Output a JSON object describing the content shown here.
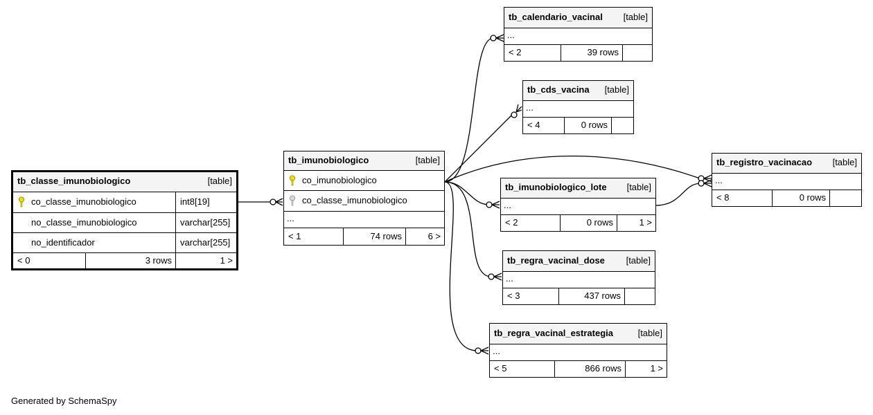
{
  "tables": {
    "classe": {
      "name": "tb_classe_imunobiologico",
      "type": "[table]",
      "columns": [
        {
          "name": "co_classe_imunobiologico",
          "datatype": "int8[19]",
          "key": "primary"
        },
        {
          "name": "no_classe_imunobiologico",
          "datatype": "varchar[255]",
          "key": ""
        },
        {
          "name": "no_identificador",
          "datatype": "varchar[255]",
          "key": ""
        }
      ],
      "parents": "< 0",
      "rows": "3 rows",
      "children": "1 >"
    },
    "imuno": {
      "name": "tb_imunobiologico",
      "type": "[table]",
      "columns": [
        {
          "name": "co_imunobiologico",
          "key": "primary"
        },
        {
          "name": "co_classe_imunobiologico",
          "key": "foreign"
        }
      ],
      "ellipsis": "...",
      "parents": "< 1",
      "rows": "74 rows",
      "children": "6 >"
    },
    "calendario": {
      "name": "tb_calendario_vacinal",
      "type": "[table]",
      "ellipsis": "...",
      "parents": "< 2",
      "rows": "39 rows",
      "children": ""
    },
    "cds": {
      "name": "tb_cds_vacina",
      "type": "[table]",
      "ellipsis": "...",
      "parents": "< 4",
      "rows": "0 rows",
      "children": ""
    },
    "registro": {
      "name": "tb_registro_vacinacao",
      "type": "[table]",
      "ellipsis": "...",
      "parents": "< 8",
      "rows": "0 rows",
      "children": ""
    },
    "lote": {
      "name": "tb_imunobiologico_lote",
      "type": "[table]",
      "ellipsis": "...",
      "parents": "< 2",
      "rows": "0 rows",
      "children": "1 >"
    },
    "dose": {
      "name": "tb_regra_vacinal_dose",
      "type": "[table]",
      "ellipsis": "...",
      "parents": "< 3",
      "rows": "437 rows",
      "children": ""
    },
    "estrategia": {
      "name": "tb_regra_vacinal_estrategia",
      "type": "[table]",
      "ellipsis": "...",
      "parents": "< 5",
      "rows": "866 rows",
      "children": "1 >"
    }
  },
  "colors": {
    "primary_key": "#f0e000",
    "foreign_key": "#b8b8b8",
    "header_bg": "#f4f4f4"
  },
  "footer": "Generated by SchemaSpy"
}
